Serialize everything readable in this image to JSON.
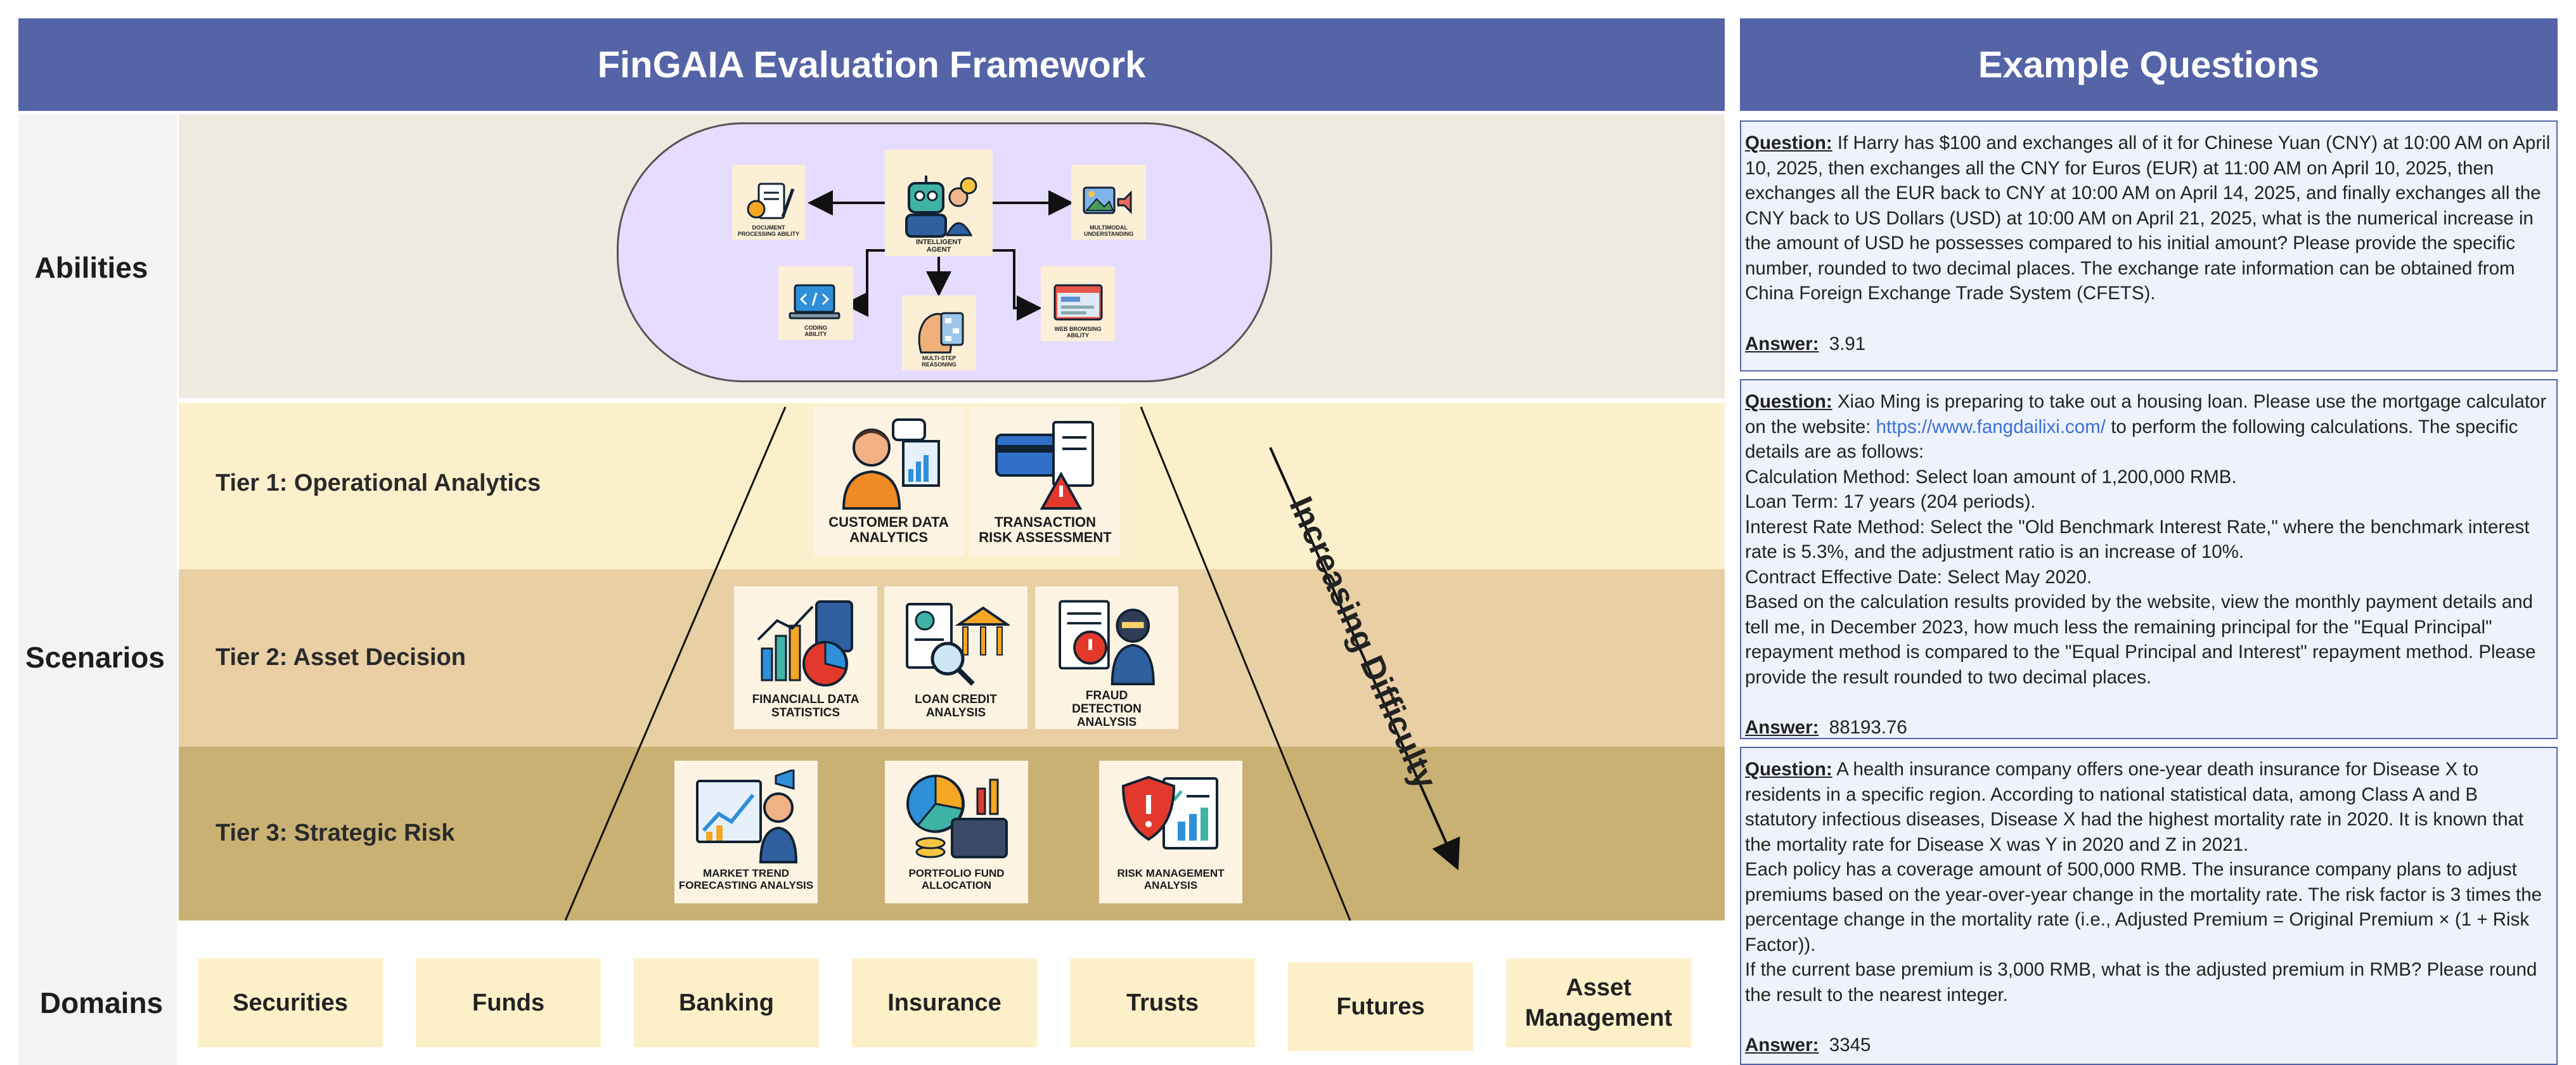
{
  "framework": {
    "title": "FinGAIA Evaluation Framework",
    "sections": {
      "abilities": "Abilities",
      "scenarios": "Scenarios",
      "domains": "Domains"
    },
    "abilities": {
      "intelligent_agent": "INTELLIGENT AGENT",
      "document_processing": "DOCUMENT PROCESSING ABILITY",
      "multimodal": "MULTIMODAL UNDERSTANDING",
      "coding": "CODING ABILITY",
      "multi_step": "MULTI-STEP REASONING",
      "web_browsing": "WEB BROWSING ABILITY"
    },
    "tiers": [
      {
        "label": "Tier 1: Operational Analytics",
        "cards": [
          "CUSTOMER DATA ANALYTICS",
          "TRANSACTION RISK ASSESSMENT"
        ]
      },
      {
        "label": "Tier 2: Asset Decision",
        "cards": [
          "FINANCIALL DATA STATISTICS",
          "LOAN CREDIT ANALYSIS",
          "FRAUD DETECTION ANALYSIS"
        ]
      },
      {
        "label": "Tier 3: Strategic Risk",
        "cards": [
          "MARKET TREND FORECASTING ANALYSIS",
          "PORTFOLIO FUND ALLOCATION",
          "RISK MANAGEMENT ANALYSIS"
        ]
      }
    ],
    "difficulty_label": "Increasing Difficulty",
    "domains": [
      "Securities",
      "Funds",
      "Banking",
      "Insurance",
      "Trusts",
      "Futures",
      "Asset Management"
    ],
    "colors": {
      "banner": "#5564a6",
      "tier1": "#fcf0cc",
      "tier2": "#e8cfa4",
      "tier3": "#c9b174",
      "oval": "#e6dcff"
    }
  },
  "examples": {
    "title": "Example Questions",
    "question_label": "Question:",
    "answer_label": "Answer:",
    "items": [
      {
        "question": "If Harry has $100 and exchanges all of it for Chinese Yuan (CNY) at 10:00 AM on April 10, 2025, then exchanges all the CNY for Euros (EUR) at 11:00 AM on April 10, 2025, then exchanges all the EUR back to CNY at 10:00 AM on April 14, 2025, and finally exchanges all the CNY back to US Dollars (USD) at 10:00 AM on April 21, 2025, what is the numerical increase in the amount of USD he possesses compared to his initial amount? Please provide the specific number, rounded to two decimal places. The exchange rate information can be obtained from China Foreign Exchange Trade System (CFETS).",
        "answer": "3.91"
      },
      {
        "question_intro": "Xiao Ming is preparing to take out a housing loan. Please use the mortgage calculator on the website:",
        "link": "https://www.fangdailixi.com/",
        "question_after_link": "to perform the following calculations. The specific details are as follows:",
        "details": [
          "Calculation Method: Select loan amount of 1,200,000 RMB.",
          "Loan Term: 17 years (204 periods).",
          "Interest Rate Method: Select the \"Old Benchmark Interest Rate,\" where the benchmark interest rate is 5.3%, and the adjustment ratio is an increase of 10%.",
          "Contract Effective Date: Select May 2020.",
          "Based on the calculation results provided by the website, view the monthly payment details and tell me, in December 2023, how much less the remaining principal for the \"Equal Principal\" repayment method is compared to the \"Equal Principal and Interest\" repayment method. Please provide the result rounded to two decimal places."
        ],
        "answer": "88193.76"
      },
      {
        "question": "A health insurance company offers one-year death insurance for Disease X to residents in a specific region. According to national statistical data, among Class A and B statutory infectious diseases, Disease X had the highest mortality rate in 2020. It is known that the mortality rate for Disease X was Y in 2020 and Z in 2021.",
        "details": [
          "Each policy has a coverage amount of 500,000 RMB. The insurance company plans to adjust premiums based on the year-over-year change in the mortality rate. The risk factor is 3 times the percentage change in the mortality rate (i.e., Adjusted Premium = Original Premium × (1 + Risk Factor)).",
          "If the current base premium is 3,000 RMB, what is the adjusted premium in RMB? Please round the result to the nearest integer."
        ],
        "answer": "3345"
      }
    ]
  }
}
